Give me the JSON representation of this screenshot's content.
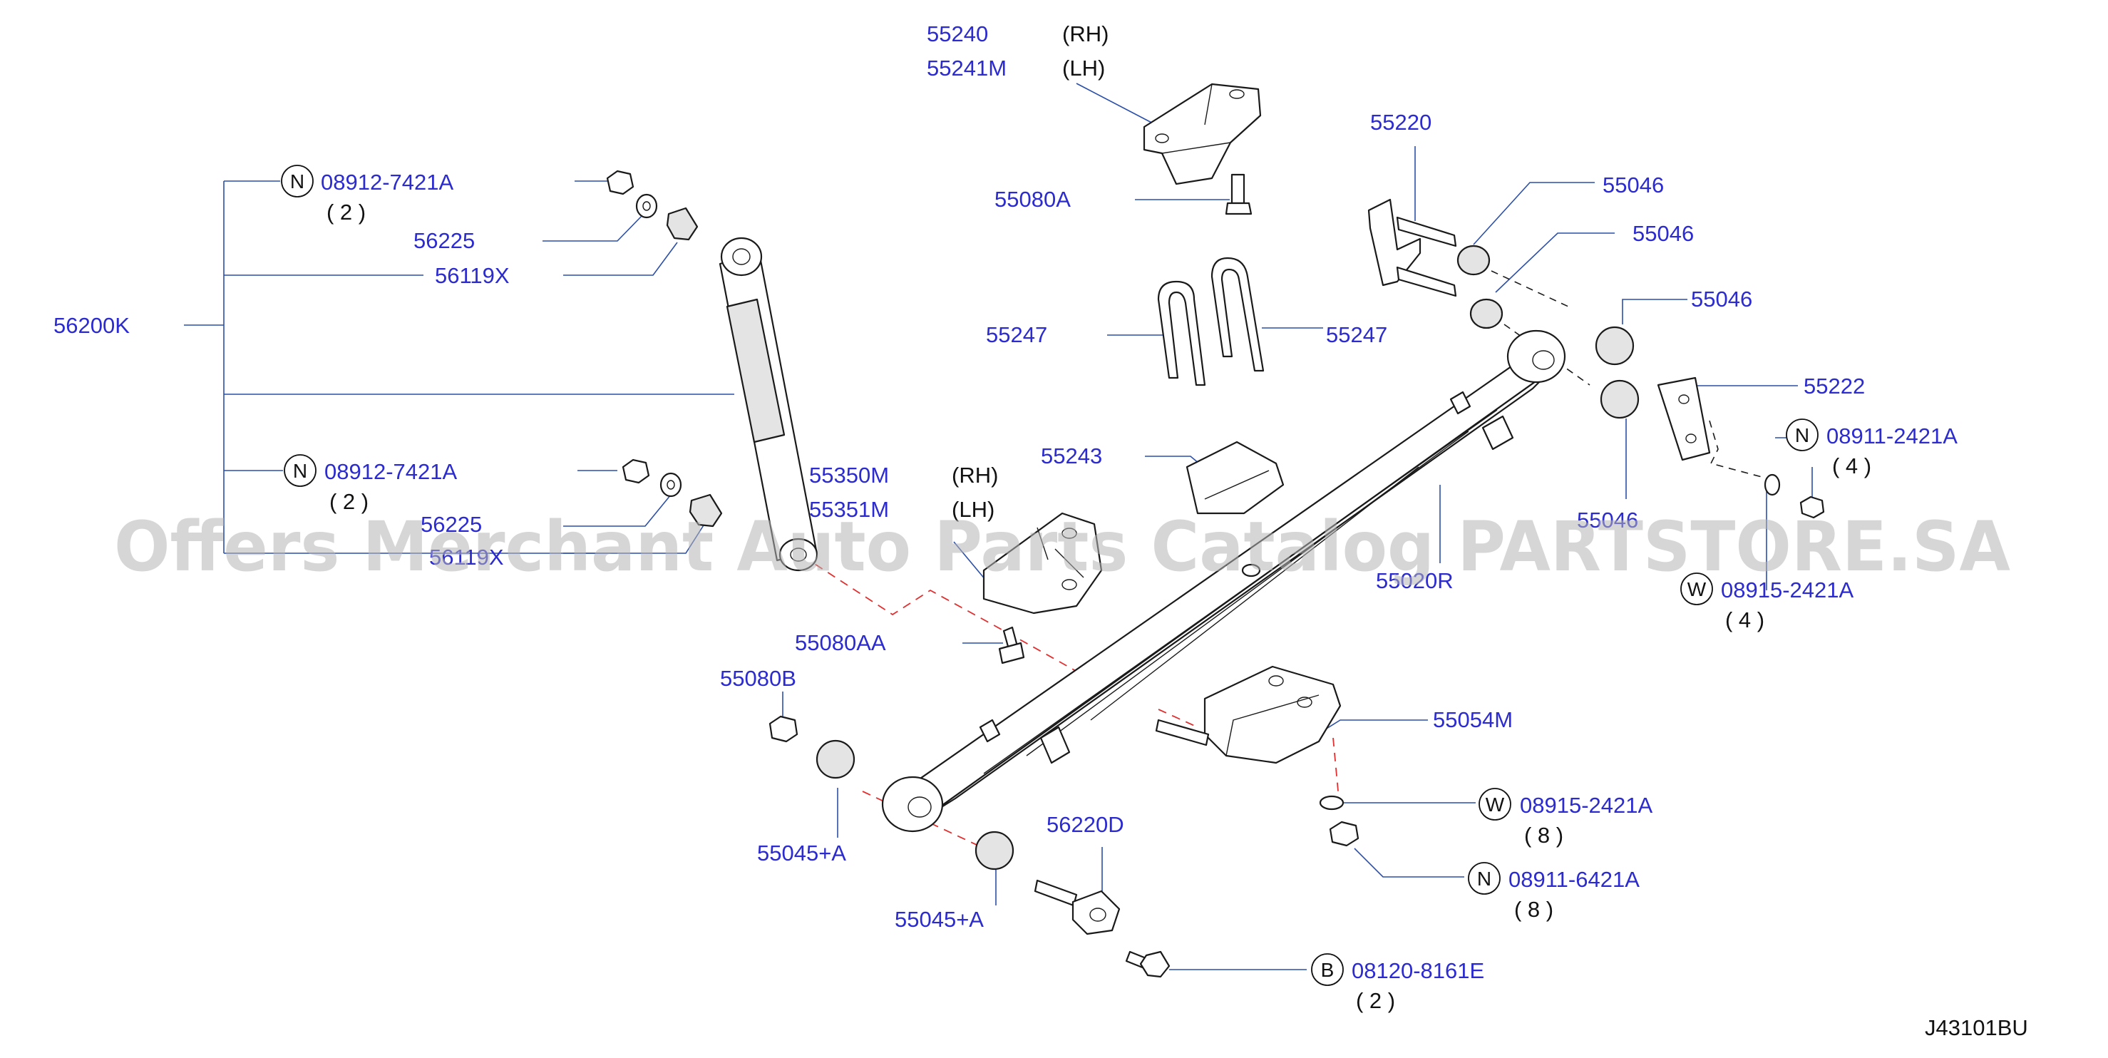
{
  "diagram_code": "J43101BU",
  "watermark": "Offers Merchant Auto Parts Catalog PARTSTORE.SA",
  "part_labels": {
    "p55240": "55240",
    "p55240_side": "(RH)",
    "p55241M": "55241M",
    "p55241M_side": "(LH)",
    "p55080A": "55080A",
    "p55220": "55220",
    "p55046_a": "55046",
    "p55046_b": "55046",
    "p55046_c": "55046",
    "p55046_d": "55046",
    "p55222": "55222",
    "p55247_l": "55247",
    "p55247_r": "55247",
    "p55243": "55243",
    "p55350M": "55350M",
    "p55350M_side": "(RH)",
    "p55351M": "55351M",
    "p55351M_side": "(LH)",
    "p55080AA": "55080AA",
    "p55080B": "55080B",
    "p55020R": "55020R",
    "p55054M": "55054M",
    "p55045A_l": "55045+A",
    "p55045A_r": "55045+A",
    "p56220D": "56220D",
    "p56200K": "56200K",
    "p56225_a": "56225",
    "p56225_b": "56225",
    "p56119X_a": "56119X",
    "p56119X_b": "56119X"
  },
  "fasteners": {
    "f1": {
      "code": "N",
      "part": "08912-7421A",
      "qty": "( 2 )"
    },
    "f2": {
      "code": "N",
      "part": "08912-7421A",
      "qty": "( 2 )"
    },
    "f3": {
      "code": "N",
      "part": "08911-2421A",
      "qty": "( 4 )"
    },
    "f4": {
      "code": "W",
      "part": "08915-2421A",
      "qty": "( 4 )"
    },
    "f5": {
      "code": "W",
      "part": "08915-2421A",
      "qty": "( 8 )"
    },
    "f6": {
      "code": "N",
      "part": "08911-6421A",
      "qty": "( 8 )"
    },
    "f7": {
      "code": "B",
      "part": "08120-8161E",
      "qty": "( 2 )"
    }
  },
  "colors": {
    "label": "#2b2bcf",
    "leader": "#2b4fa8",
    "line": "#1a1a1a",
    "center_line": "#e03030",
    "watermark": "#b4b4b4"
  }
}
